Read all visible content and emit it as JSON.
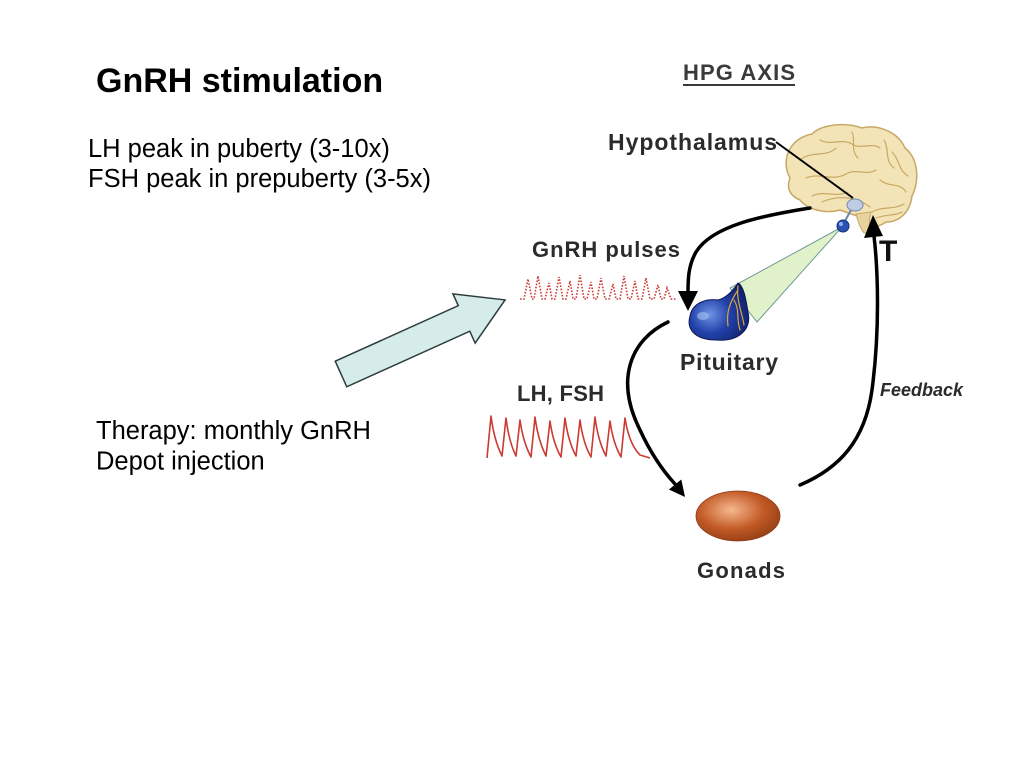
{
  "slide": {
    "title": "GnRH stimulation",
    "peaks": [
      "LH peak in puberty (3-10x)",
      "FSH peak in prepuberty (3-5x)"
    ],
    "therapy": [
      "Therapy: monthly GnRH",
      "Depot injection"
    ]
  },
  "diagram": {
    "heading": "HPG AXIS",
    "hypothalamus": "Hypothalamus",
    "gnrh_pulses": "GnRH pulses",
    "pituitary": "Pituitary",
    "hormone_t": "T",
    "feedback": "Feedback",
    "lh_fsh": "LH, FSH",
    "gonads": "Gonads"
  },
  "colors": {
    "text": "#000000",
    "diagram_text": "#2b2b2b",
    "pulse_red": "#cc3b33",
    "arrow_fill": "#d5ecea",
    "brain": "#f3e4b8",
    "pituitary": "#2140a8",
    "gonads": "#c25a26",
    "cone": "#e1f2cb"
  }
}
